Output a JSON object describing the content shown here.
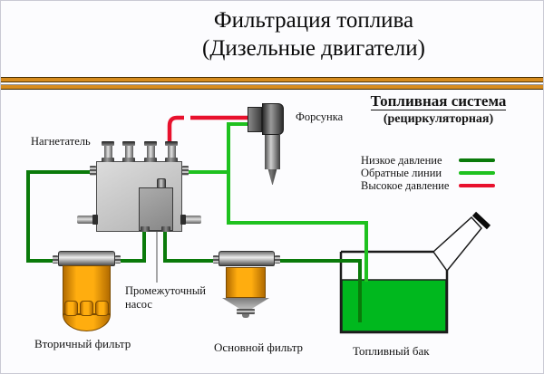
{
  "title": {
    "line1": "Фильтрация топлива",
    "line2": "(Дизельные двигатели)"
  },
  "legend": {
    "title": "Топливная система",
    "subtitle": "(рециркуляторная)",
    "items": [
      {
        "label": "Низкое давление",
        "color": "#0A7A0A"
      },
      {
        "label": "Обратные линии",
        "color": "#1FC11F"
      },
      {
        "label": "Высокое давление",
        "color": "#E8112D"
      }
    ]
  },
  "labels": {
    "pump": "Нагнетатель",
    "injector": "Форсунка",
    "transfer_pump_line1": "Промежуточный",
    "transfer_pump_line2": "насос",
    "secondary_filter": "Вторичный фильтр",
    "primary_filter": "Основной фильтр",
    "fuel_tank": "Топливный бак"
  },
  "colors": {
    "low_pressure": "#0A7A0A",
    "return_lines": "#1FC11F",
    "high_pressure": "#E8112D",
    "fuel": "#00B81E",
    "filter_orange": "#FFAD0F",
    "separator_gold": "#D78C1E"
  }
}
